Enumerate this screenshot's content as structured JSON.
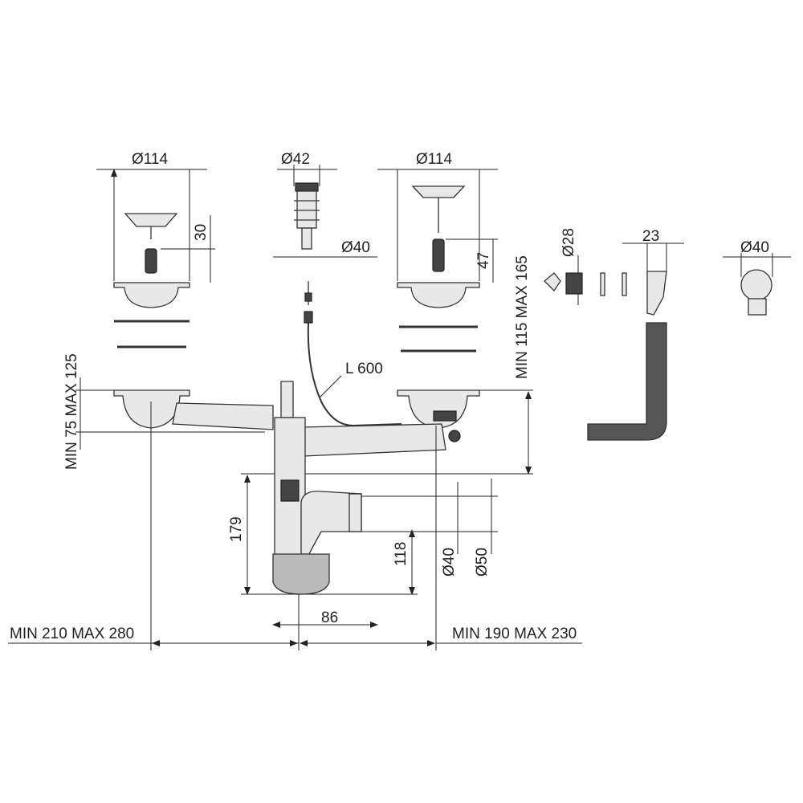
{
  "labels": {
    "left_strainer_diameter": "Ø114",
    "popup_diameter": "Ø42",
    "right_strainer_diameter": "Ø114",
    "left_stem_height": "30",
    "popup_base_diameter": "Ø40",
    "right_stem_height": "47",
    "overflow_height_range": "MIN 115 MAX 165",
    "small_part_diameter": "Ø28",
    "overflow_head_width": "23",
    "overflow_outlet_diameter": "Ø40",
    "cable_length": "L 600",
    "left_bowl_height_range": "MIN 75 MAX 125",
    "trap_height": "179",
    "outlet_height": "118",
    "outlet_diameter_inner": "Ø40",
    "outlet_diameter_outer": "Ø50",
    "outlet_offset": "86",
    "left_spacing_range": "MIN 210 MAX 280",
    "right_spacing_range": "MIN 190 MAX 230"
  }
}
